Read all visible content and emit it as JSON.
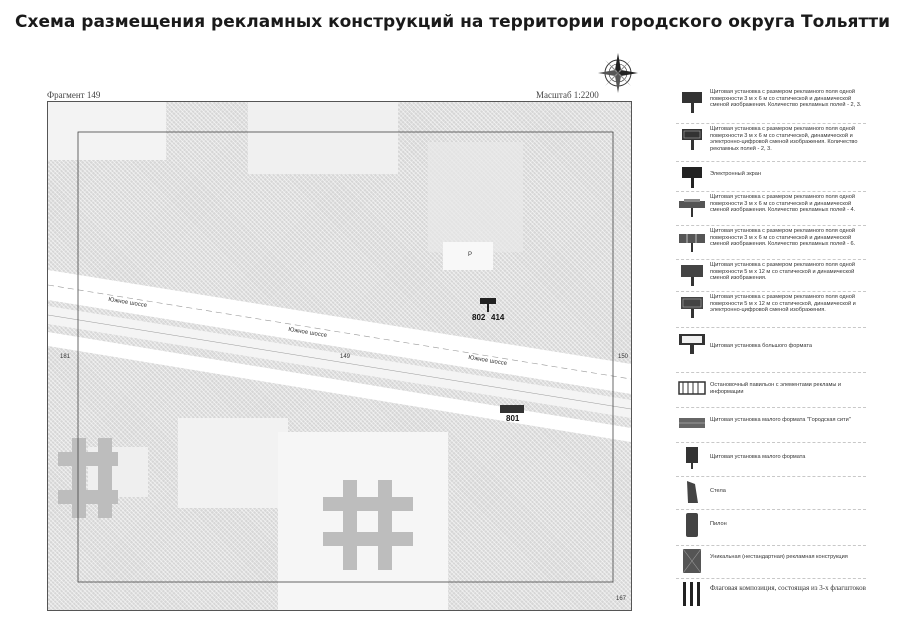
{
  "title": "Схема размещения рекламных конструкций на территории городского округа Тольятти",
  "fragment_label": "Фрагмент 149",
  "scale_label": "Масштаб 1:2200",
  "map": {
    "neighbor_fragments": {
      "left": "181",
      "center": "149",
      "right": "150",
      "bottom_right": "167"
    },
    "billboards": [
      {
        "id": "802",
        "second": "414"
      },
      {
        "id": "801"
      }
    ],
    "labels": [
      "Р",
      "Южное шоссе",
      "Южное шоссе",
      "Южное шоссе"
    ]
  },
  "legend": [
    {
      "icon": "billboard-3x6-icon",
      "text": "Щитовая установка с размером рекламного поля одной поверхности 3 м х 6 м со статической и динамической сменой изображения. Количество рекламных полей - 2, 3."
    },
    {
      "icon": "billboard-3x6-digital-icon",
      "text": "Щитовая установка с размером рекламного поля одной поверхности 3 м х 6 м со статической, динамической и электронно-цифровой сменой изображения. Количество рекламных полей - 2, 3."
    },
    {
      "icon": "electronic-screen-icon",
      "text": "Электронный экран"
    },
    {
      "icon": "billboard-4-fields-icon",
      "text": "Щитовая установка с размером рекламного поля одной поверхности 3 м х 6 м со статической и динамической сменой изображения. Количество рекламных полей - 4."
    },
    {
      "icon": "billboard-6-fields-icon",
      "text": "Щитовая установка с размером рекламного поля одной поверхности 3 м х 6 м со статической и динамической сменой изображения. Количество рекламных полей - 6."
    },
    {
      "icon": "billboard-5x12-icon",
      "text": "Щитовая установка с размером рекламного поля одной поверхности 5 м х 12 м со статической и динамической сменой изображения."
    },
    {
      "icon": "billboard-5x12-digital-icon",
      "text": "Щитовая установка с размером рекламного поля одной поверхности 5 м х 12 м со статической, динамической и электронно-цифровой сменой изображения."
    },
    {
      "icon": "large-format-billboard-icon",
      "text": "Щитовая установка большого формата"
    },
    {
      "icon": "bus-stop-pavilion-icon",
      "text": "Остановочный павильон с элементами рекламы и информации"
    },
    {
      "icon": "small-format-city-board-icon",
      "text": "Щитовая установка малого формата \"Городская сити\""
    },
    {
      "icon": "small-format-billboard-icon",
      "text": "Щитовая установка малого формата"
    },
    {
      "icon": "stela-icon",
      "text": "Стела"
    },
    {
      "icon": "pylon-icon",
      "text": "Пилон"
    },
    {
      "icon": "unique-structure-icon",
      "text": "Уникальная (нестандартная) рекламная конструкция"
    },
    {
      "icon": "flag-composition-icon",
      "text": "Флаговая композиция, состоящая из 3-х флагштоков"
    }
  ]
}
